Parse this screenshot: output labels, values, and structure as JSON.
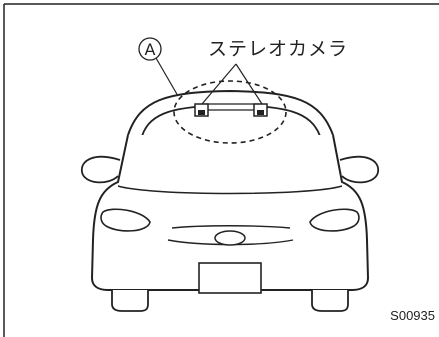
{
  "diagram": {
    "marker_label": "A",
    "callout_label": "ステレオカメラ",
    "figure_code": "S00935"
  },
  "colors": {
    "line": "#222222",
    "background": "#ffffff"
  }
}
